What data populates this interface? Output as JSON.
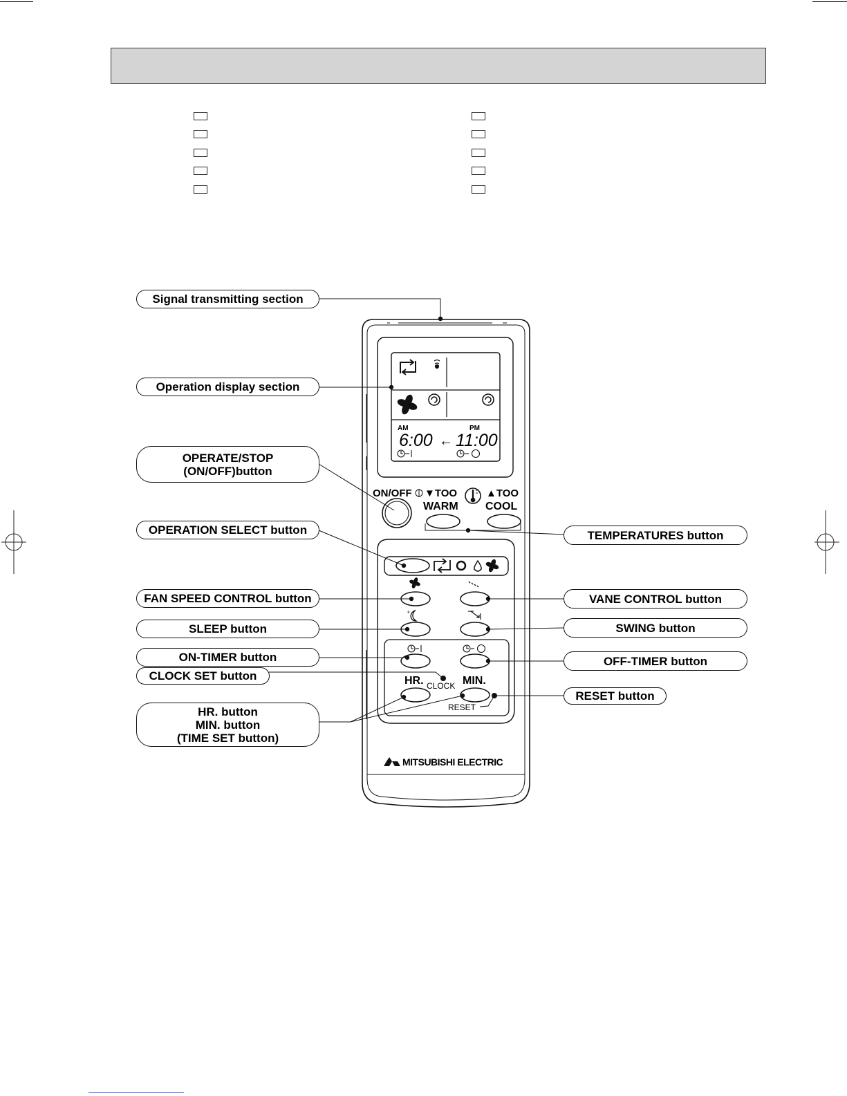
{
  "callouts": {
    "signal": "Signal transmitting section",
    "display": "Operation display section",
    "operate_l1": "OPERATE/STOP",
    "operate_l2": "(ON/OFF)button",
    "opselect": "OPERATION SELECT button",
    "fanspeed": "FAN SPEED CONTROL button",
    "sleep": "SLEEP button",
    "ontimer": "ON-TIMER button",
    "clockset": "CLOCK SET button",
    "hrmin_l1": "HR. button",
    "hrmin_l2": "MIN. button",
    "hrmin_l3": "(TIME SET button)",
    "temps": "TEMPERATURES button",
    "vane": "VANE CONTROL button",
    "swing": "SWING button",
    "offtimer": "OFF-TIMER button",
    "reset": "RESET button"
  },
  "remote": {
    "display_am": "AM",
    "display_pm": "PM",
    "display_time_on": "6:00",
    "display_arrow": "←",
    "display_time_off": "11:00",
    "onoff_label": "ON/OFF",
    "too_warm_l1": "▼TOO",
    "too_warm_l2": "WARM",
    "too_cool_l1": "▲TOO",
    "too_cool_l2": "COOL",
    "hr_label": "HR.",
    "min_label": "MIN.",
    "clock_label": "CLOCK",
    "reset_label": "RESET",
    "brand": "MITSUBISHI ELECTRIC"
  },
  "colors": {
    "header_bg": "#d4d4d4",
    "line": "#111111",
    "bottom_rule": "#2b4cff"
  },
  "icons": [
    "auto-mode-icon",
    "signal-icon",
    "fan-icon",
    "swirl-icon",
    "timer-on-icon",
    "timer-off-icon",
    "thermometer-icon",
    "heat-mode-icon",
    "dry-mode-icon",
    "moon-sleep-icon",
    "vane-icon",
    "swing-icon",
    "mitsubishi-logo-icon"
  ]
}
